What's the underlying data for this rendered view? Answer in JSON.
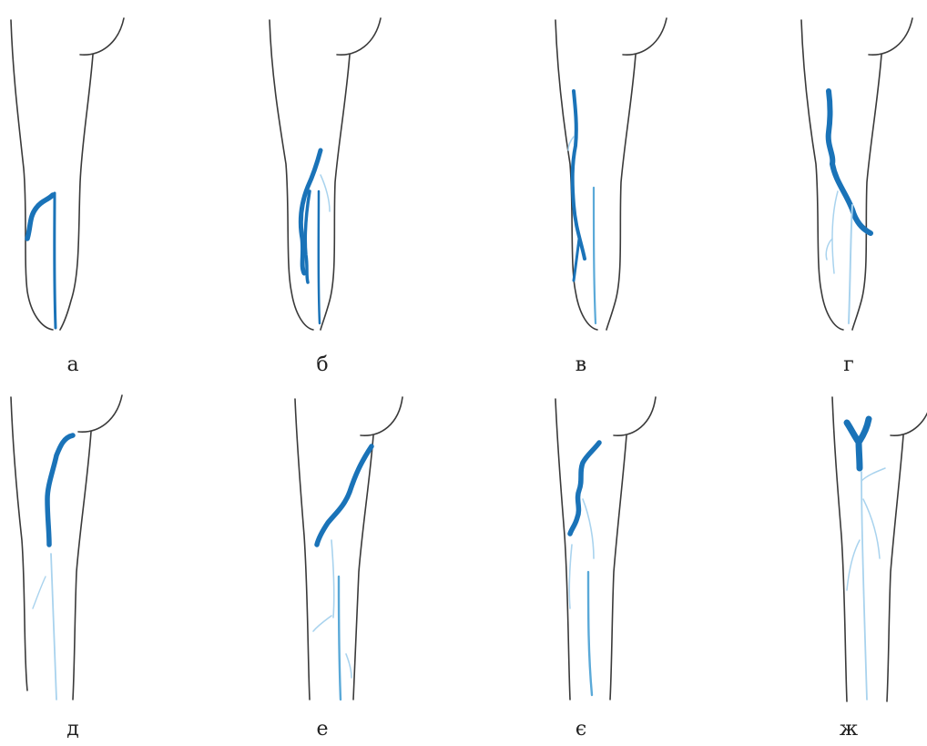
{
  "colors": {
    "outline": "#3a3a3a",
    "vein_main": "#1a73b8",
    "vein_thin": "#5aa9d8",
    "vein_faint": "#a9d3ee",
    "caption": "#222222"
  },
  "panels": [
    {
      "label": "а"
    },
    {
      "label": "б"
    },
    {
      "label": "в"
    },
    {
      "label": "г"
    },
    {
      "label": "д"
    },
    {
      "label": "е"
    },
    {
      "label": "є"
    },
    {
      "label": "ж"
    }
  ]
}
